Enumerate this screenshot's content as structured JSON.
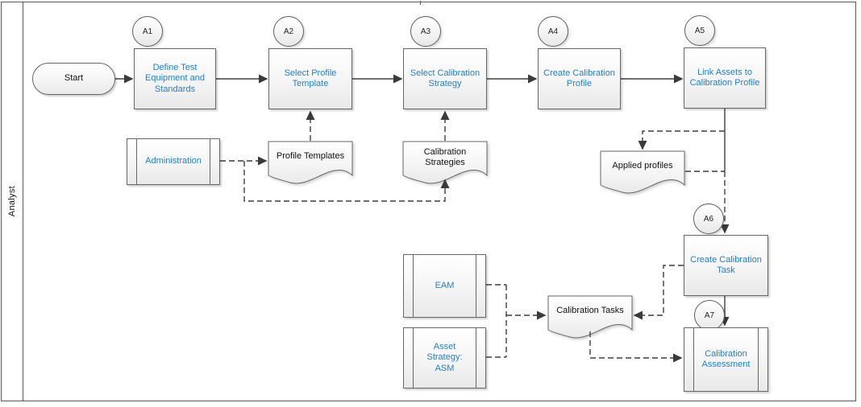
{
  "lane": {
    "label": "Analyst"
  },
  "badges": {
    "a1": "A1",
    "a2": "A2",
    "a3": "A3",
    "a4": "A4",
    "a5": "A5",
    "a6": "A6",
    "a7": "A7"
  },
  "nodes": {
    "start": "Start",
    "a1": "Define Test Equipment and Standards",
    "a2": "Select Profile Template",
    "a3": "Select Calibration Strategy",
    "a4": "Create Calibration Profile",
    "a5": "Link Assets to Calibration Profile",
    "a6": "Create Calibration Task",
    "a7": "Calibration Assessment",
    "administration": "Administration",
    "eam": "EAM",
    "asm": "Asset Strategy: ASM",
    "profile_templates": "Profile Templates",
    "calibration_strategies": "Calibration Strategies",
    "applied_profiles": "Applied profiles",
    "calibration_tasks": "Calibration Tasks"
  },
  "colors": {
    "accent": "#1f7fd5",
    "connector": "#3f3f3f",
    "shape_border": "#666666"
  }
}
